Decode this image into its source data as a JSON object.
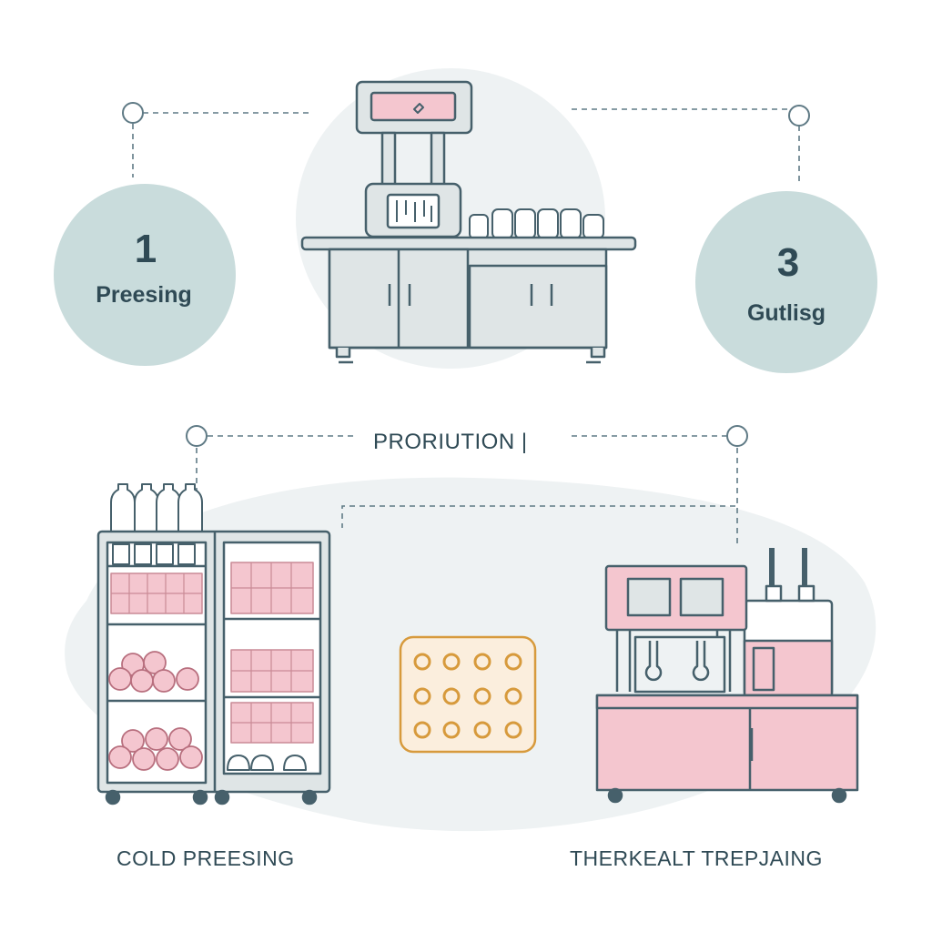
{
  "stages": [
    {
      "number": "1",
      "label": "Preesing"
    },
    {
      "number": "3",
      "label": "Gutlisg"
    }
  ],
  "center_heading": "PRORIUTION |",
  "captions": {
    "left": "COLD PREESING",
    "right": "THERKEALT TREPJAING"
  },
  "colors": {
    "circle_fill": "#c9dcdc",
    "ink": "#2f4a55",
    "pink": "#f4c6cf",
    "machine_gray": "#dfe5e6",
    "tray_orange": "#d79a3c",
    "tray_fill": "#fbeedd",
    "blob_bg": "#eef2f3"
  }
}
